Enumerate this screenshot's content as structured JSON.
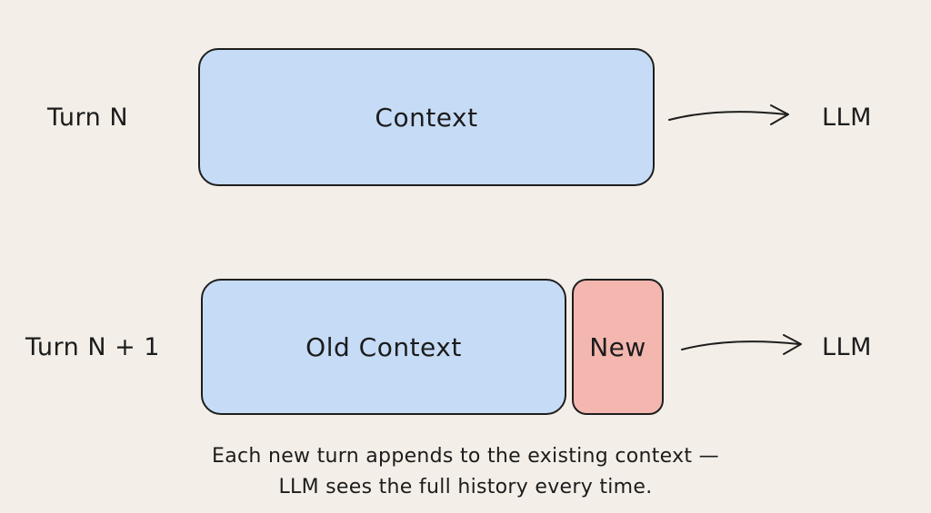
{
  "rows": [
    {
      "turn_label": "Turn N",
      "context_label": "Context",
      "target_label": "LLM"
    },
    {
      "turn_label": "Turn N + 1",
      "old_context_label": "Old Context",
      "new_label": "New",
      "target_label": "LLM"
    }
  ],
  "caption": {
    "line1": "Each new turn appends to the existing context —",
    "line2": "LLM sees the full history every time."
  },
  "colors": {
    "background": "#f3efe8",
    "context_fill": "#c6dcf6",
    "new_fill": "#f3b7b0",
    "stroke": "#1e1e1e"
  }
}
